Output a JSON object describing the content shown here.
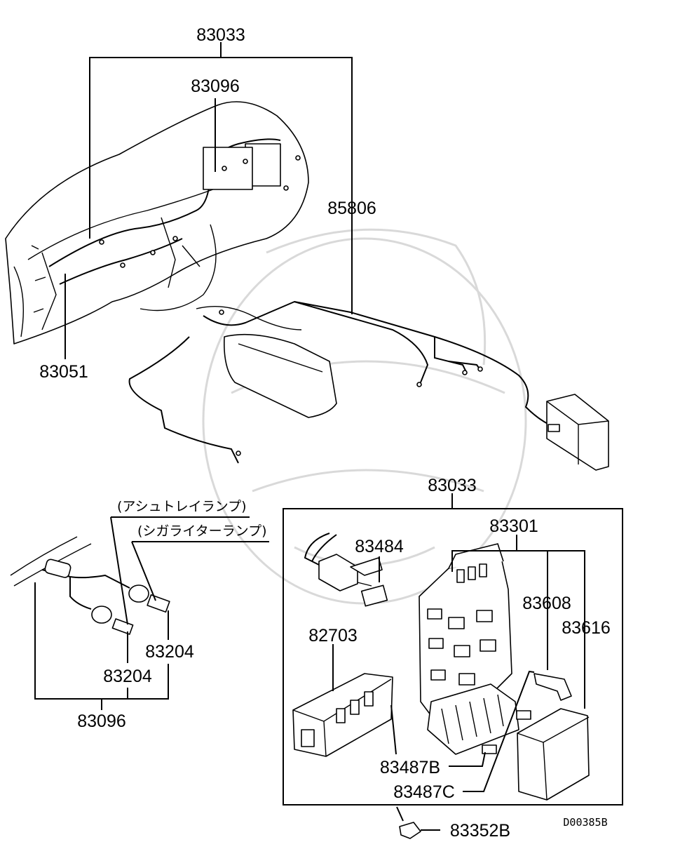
{
  "diagram": {
    "labels": {
      "p83033_top": "83033",
      "p83096_top": "83096",
      "p85806": "85806",
      "p83051": "83051",
      "p83033_box": "83033",
      "p83301": "83301",
      "p83484": "83484",
      "p83608": "83608",
      "p83616": "83616",
      "p82703": "82703",
      "p83487B": "83487B",
      "p83487C": "83487C",
      "p83352B": "83352B",
      "p83204_a": "83204",
      "p83204_b": "83204",
      "p83096_bottom": "83096"
    },
    "annotations": {
      "ashtray_lamp": "(アシュトレイランプ)",
      "cigar_lighter_lamp": "(シガライターランプ)"
    },
    "drawing_code": "D00385B"
  }
}
